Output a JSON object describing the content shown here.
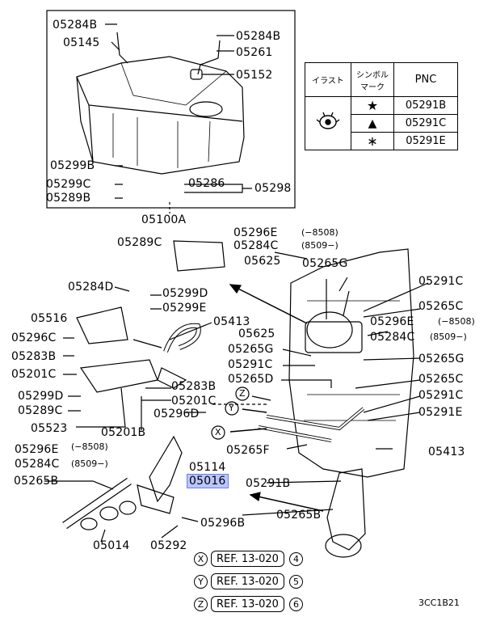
{
  "callouts": {
    "c05284B_top": "05284B",
    "c05145": "05145",
    "c05284B_right": "05284B",
    "c05261": "05261",
    "c05152": "05152",
    "c05299B": "05299B",
    "c05299C_left": "05299C",
    "c05289B": "05289B",
    "c05286": "05286",
    "c05298": "05298",
    "c05100A": "05100A",
    "c05289C": "05289C",
    "c05296E_top": "05296E",
    "c05284C_top": "05284C",
    "c05625_top": "05625",
    "c05265G_top": "05265G",
    "c05284D": "05284D",
    "c05299D": "05299D",
    "c05299E": "05299E",
    "c05291C_r1": "05291C",
    "c05265C_r1": "05265C",
    "c05516": "05516",
    "c05413_top": "05413",
    "c05296E_right": "05296E",
    "c05284C_right": "05284C",
    "c05296C": "05296C",
    "c05625_mid": "05625",
    "c05283B_left": "05283B",
    "c05265G_mid": "05265G",
    "c05265G_right": "05265G",
    "c05201C_left": "05201C",
    "c05291C_mid": "05291C",
    "c05265D": "05265D",
    "c05265C_r2": "05265C",
    "c05283B_mid": "05283B",
    "c05299D_left": "05299D",
    "c05201C_mid": "05201C",
    "c05291C_r2": "05291C",
    "c05289C_left": "05289C",
    "c05296D": "05296D",
    "c05291E_right": "05291E",
    "c05523": "05523",
    "c05201B": "05201B",
    "c05296E_low": "05296E",
    "c05265F": "05265F",
    "c05413_low": "05413",
    "c05284C_low": "05284C",
    "c05114": "05114",
    "c05016": "05016",
    "c05291B": "05291B",
    "c05265B_left": "05265B",
    "c05265B_low": "05265B",
    "c05296B": "05296B",
    "c05014": "05014",
    "c05292": "05292"
  },
  "date_notes": {
    "n_top_e": "(−8508)",
    "n_top_c": "(8509−)",
    "n_right_e": "(−8508)",
    "n_right_c": "(8509−)",
    "n_low_e": "(−8508)",
    "n_low_c": "(8509−)"
  },
  "legend_table": {
    "col_illust": "イラスト",
    "col_symbol": "シンボル\nマーク",
    "col_pnc": "PNC",
    "rows": [
      {
        "symbol": "★",
        "pnc": "05291B"
      },
      {
        "symbol": "▲",
        "pnc": "05291C"
      },
      {
        "symbol": "∗",
        "pnc": "05291E"
      }
    ]
  },
  "refs": [
    {
      "letter": "X",
      "text": "REF. 13-020",
      "num": "4"
    },
    {
      "letter": "Y",
      "text": "REF. 13-020",
      "num": "5"
    },
    {
      "letter": "Z",
      "text": "REF. 13-020",
      "num": "6"
    }
  ],
  "arrow_letters": {
    "z": "Z",
    "y": "Y",
    "x": "X"
  },
  "diagram_code": "3CC1B21"
}
